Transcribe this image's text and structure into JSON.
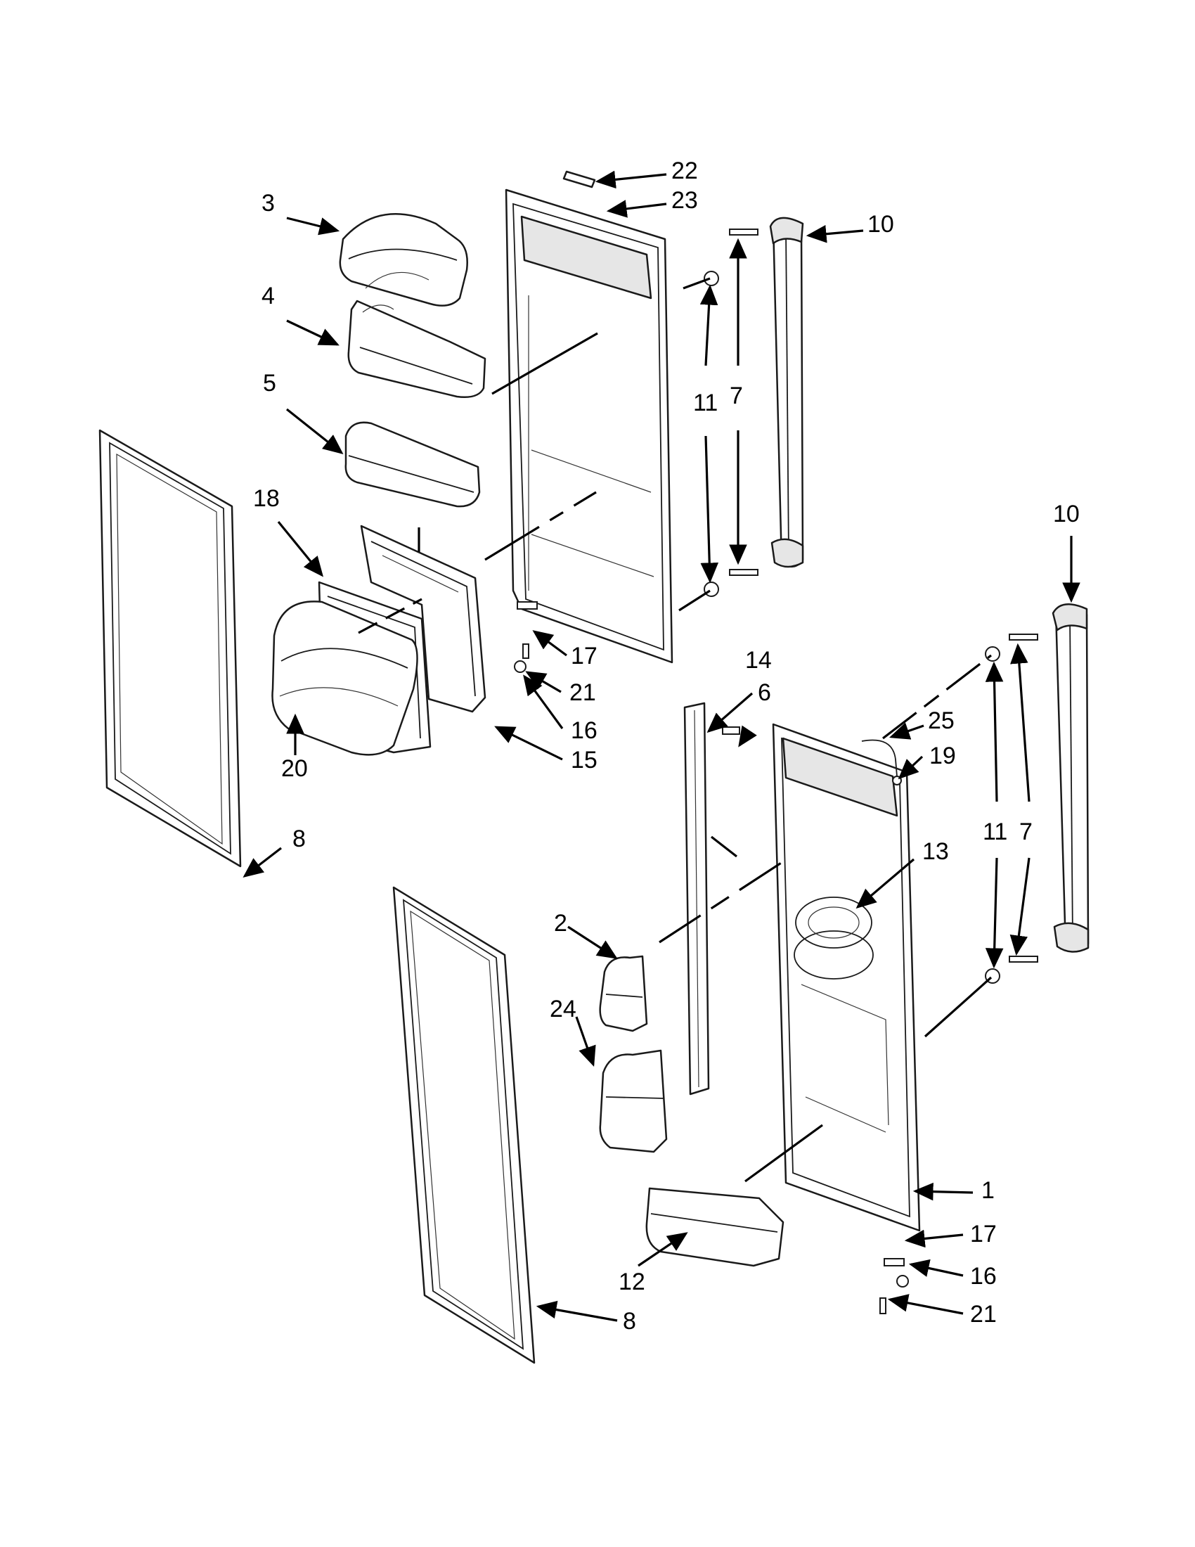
{
  "callouts": [
    {
      "id": "c22",
      "text": "22"
    },
    {
      "id": "c23",
      "text": "23"
    },
    {
      "id": "c3",
      "text": "3"
    },
    {
      "id": "c10a",
      "text": "10"
    },
    {
      "id": "c4",
      "text": "4"
    },
    {
      "id": "c11a",
      "text": "11"
    },
    {
      "id": "c7a",
      "text": "7"
    },
    {
      "id": "c5",
      "text": "5"
    },
    {
      "id": "c18",
      "text": "18"
    },
    {
      "id": "c10b",
      "text": "10"
    },
    {
      "id": "c17a",
      "text": "17"
    },
    {
      "id": "c21a",
      "text": "21"
    },
    {
      "id": "c14",
      "text": "14"
    },
    {
      "id": "c6",
      "text": "6"
    },
    {
      "id": "c16a",
      "text": "16"
    },
    {
      "id": "c25",
      "text": "25"
    },
    {
      "id": "c20",
      "text": "20"
    },
    {
      "id": "c15",
      "text": "15"
    },
    {
      "id": "c19",
      "text": "19"
    },
    {
      "id": "c11b",
      "text": "11"
    },
    {
      "id": "c7b",
      "text": "7"
    },
    {
      "id": "c8a",
      "text": "8"
    },
    {
      "id": "c13",
      "text": "13"
    },
    {
      "id": "c2",
      "text": "2"
    },
    {
      "id": "c24",
      "text": "24"
    },
    {
      "id": "c1",
      "text": "1"
    },
    {
      "id": "c17b",
      "text": "17"
    },
    {
      "id": "c12",
      "text": "12"
    },
    {
      "id": "c16b",
      "text": "16"
    },
    {
      "id": "c21b",
      "text": "21"
    },
    {
      "id": "c8b",
      "text": "8"
    }
  ]
}
